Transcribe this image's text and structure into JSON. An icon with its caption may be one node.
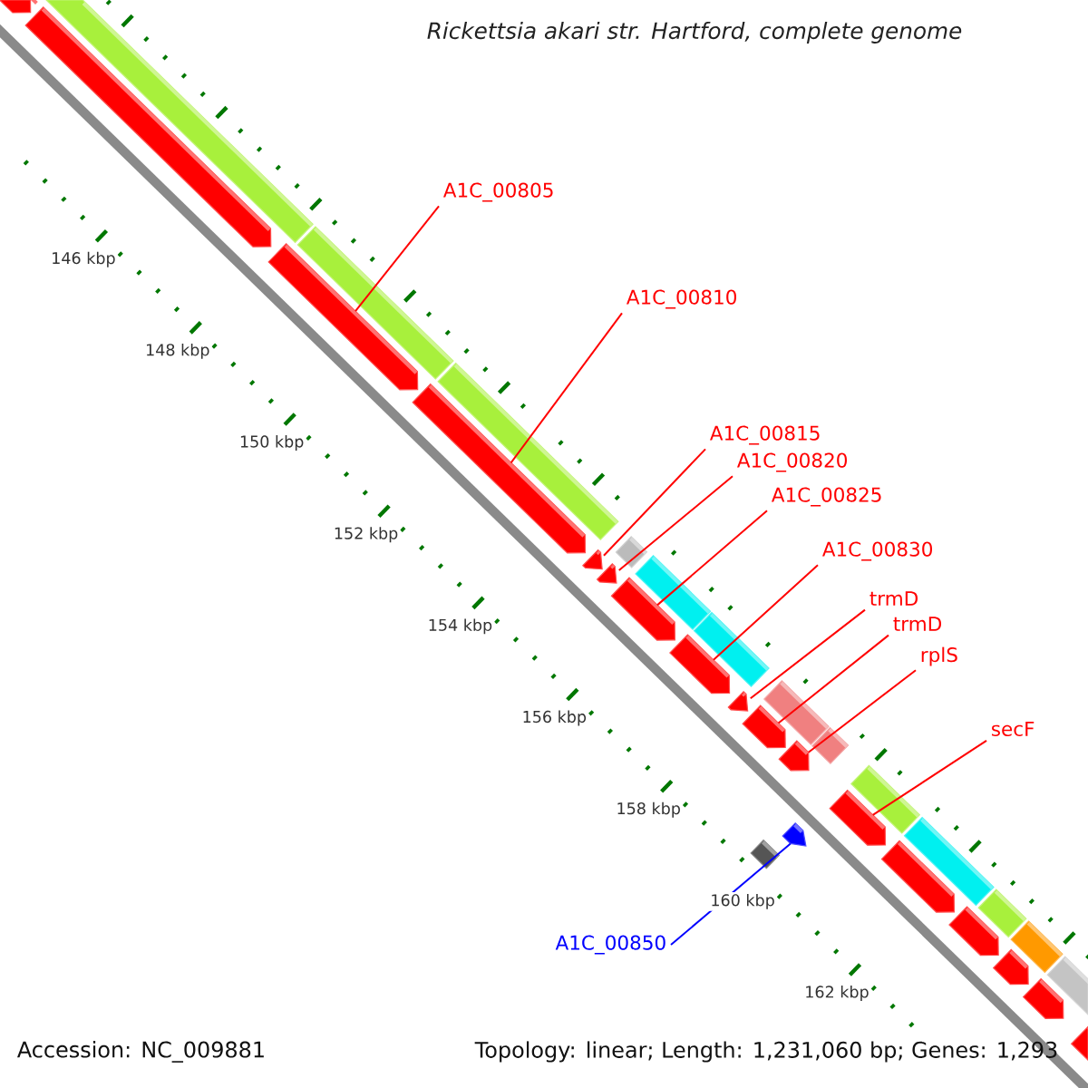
{
  "diagram": {
    "title": "Rickettsia akari str. Hartford, complete genome",
    "nodes": [
      {
        "text": [
          "A1C_00805"
        ]
      },
      {
        "text": [
          "A1C_00810"
        ]
      },
      {
        "text": [
          "A1C_00815"
        ]
      },
      {
        "text": [
          "A1C_00820"
        ]
      },
      {
        "text": [
          "A1C_00825"
        ]
      },
      {
        "text": [
          "A1C_00830"
        ]
      },
      {
        "text": [
          "trmD"
        ]
      },
      {
        "text": [
          "trmD"
        ]
      },
      {
        "text": [
          "rplS"
        ]
      },
      {
        "text": [
          "secF"
        ]
      },
      {
        "text": [
          "A1C_00850"
        ]
      },
      {
        "text": [],
        "shape": "bar"
      },
      {
        "text": [],
        "shape": "pentagon"
      },
      {
        "text": [],
        "shape": "pentagon"
      },
      {
        "text": [],
        "shape": "pentagon"
      },
      {
        "text": [],
        "shape": "bar"
      },
      {
        "text": [],
        "shape": "pentagon"
      },
      {
        "text": [],
        "shape": "bar"
      },
      {
        "text": [],
        "shape": "pentagon"
      },
      {
        "text": [],
        "shape": "box"
      },
      {
        "text": [],
        "shape": "pentagon"
      },
      {
        "text": [],
        "shape": "pentagon"
      },
      {
        "text": [],
        "shape": "bar"
      },
      {
        "text": [],
        "shape": "pentagon"
      },
      {
        "text": [],
        "shape": "bar"
      },
      {
        "text": [],
        "shape": "pentagon"
      },
      {
        "text": [],
        "shape": "bar"
      },
      {
        "text": [],
        "shape": "pentagon"
      },
      {
        "text": [],
        "shape": "pentagon"
      },
      {
        "text": [],
        "shape": "bar"
      },
      {
        "text": [],
        "shape": "box"
      },
      {
        "text": [],
        "shape": "pentagon"
      },
      {
        "text": [],
        "shape": "bar"
      },
      {
        "text": [],
        "shape": "pentagon"
      },
      {
        "text": [],
        "shape": "pentagon"
      },
      {
        "text": [],
        "shape": "bar"
      },
      {
        "text": [],
        "shape": "pentagon"
      },
      {
        "text": [],
        "shape": "bar"
      },
      {
        "text": [],
        "shape": "bar"
      },
      {
        "text": [],
        "shape": "pentagon"
      },
      {
        "text": [],
        "shape": "pentagon"
      },
      {
        "text": [],
        "shape": "bar"
      },
      {
        "text": [],
        "shape": "pentagon"
      }
    ],
    "edges": [
      {
        "from": 0,
        "to": 14,
        "arrow": "none"
      },
      {
        "from": 1,
        "to": 16,
        "arrow": "none"
      },
      {
        "from": 2,
        "to": 18,
        "arrow": "none"
      },
      {
        "from": 3,
        "to": 20,
        "arrow": "none"
      },
      {
        "from": 4,
        "to": 21,
        "arrow": "none"
      },
      {
        "from": 5,
        "to": 23,
        "arrow": "none"
      },
      {
        "from": 6,
        "to": 25,
        "arrow": "none"
      },
      {
        "from": 7,
        "to": 27,
        "arrow": "none"
      },
      {
        "from": 8,
        "to": 28,
        "arrow": "none"
      },
      {
        "from": 9,
        "to": 33,
        "arrow": "none"
      },
      {
        "from": 10,
        "to": 31,
        "arrow": "none",
        "color": "#0000ff"
      }
    ],
    "labels": [
      "146 kbp",
      "148 kbp",
      "150 kbp",
      "152 kbp",
      "154 kbp",
      "156 kbp",
      "158 kbp",
      "160 kbp",
      "162 kbp",
      "Accession: NC_009881",
      "Topology: linear; Length: 1,231,060 bp; Genes: 1,293"
    ]
  }
}
